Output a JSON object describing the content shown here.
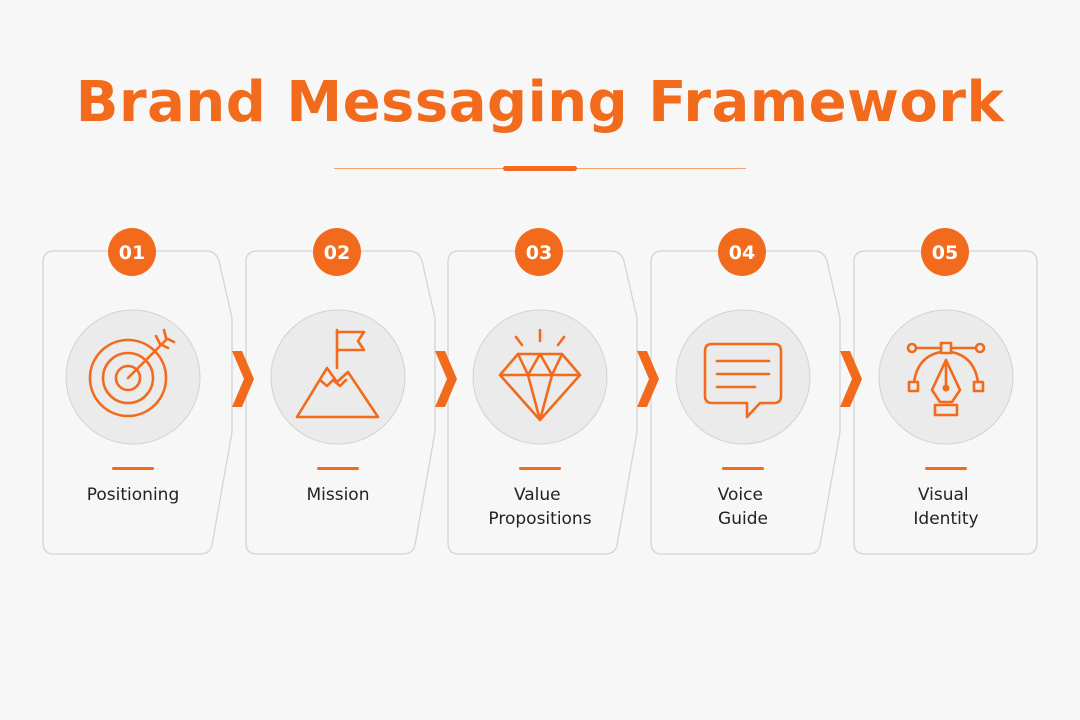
{
  "title": "Brand Messaging Framework",
  "accent_color": "#f26a1b",
  "steps": [
    {
      "number": "01",
      "label_lines": [
        "Positioning"
      ],
      "icon": "target-icon"
    },
    {
      "number": "02",
      "label_lines": [
        "Mission"
      ],
      "icon": "mountain-flag-icon"
    },
    {
      "number": "03",
      "label_lines": [
        "Value",
        "Propositions"
      ],
      "icon": "diamond-icon"
    },
    {
      "number": "04",
      "label_lines": [
        "Voice",
        "Guide"
      ],
      "icon": "speech-bubble-icon"
    },
    {
      "number": "05",
      "label_lines": [
        "Visual",
        "Identity"
      ],
      "icon": "pen-tool-icon"
    }
  ]
}
